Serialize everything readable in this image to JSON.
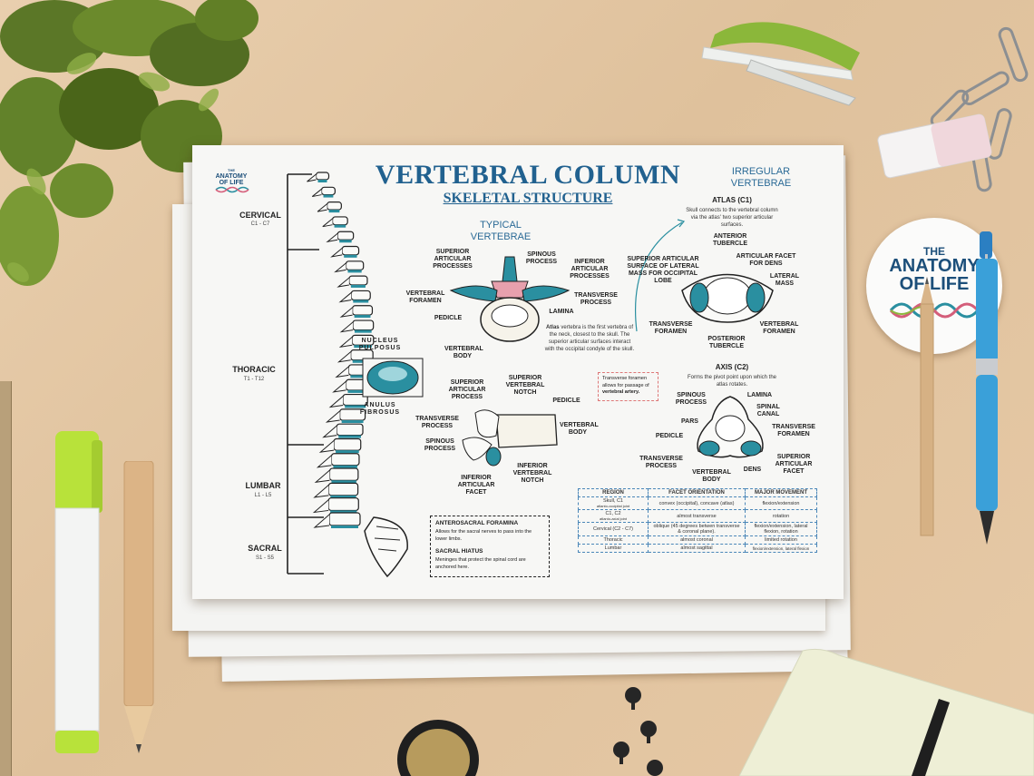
{
  "poster": {
    "logo_small": "THE ANATOMY OF LIFE",
    "title": "VERTEBRAL COLUMN",
    "subtitle": "SKELETAL STRUCTURE",
    "regions": [
      {
        "name": "CERVICAL",
        "range": "C1 - C7"
      },
      {
        "name": "THORACIC",
        "range": "T1 - T12"
      },
      {
        "name": "LUMBAR",
        "range": "L1 - L5"
      },
      {
        "name": "SACRAL",
        "range": "S1 - S5"
      }
    ],
    "disc": {
      "nucleus": "NUCLEUS PULPOSUS",
      "anulus": "ANULUS FIBROSUS"
    },
    "sacrum_box": {
      "h1": "ANTEROSACRAL FORAMINA",
      "t1": "Allows for the sacral nerves to pass into the lower limbs.",
      "h2": "SACRAL HIATUS",
      "t2": "Meninges that protect the spinal cord are anchored here."
    },
    "typical": {
      "heading": "TYPICAL VERTEBRAE",
      "top_labels": {
        "superior_articular": "SUPERIOR ARTICULAR PROCESSES",
        "spinous": "SPINOUS PROCESS",
        "inferior_articular": "INFERIOR ARTICULAR PROCESSES",
        "vertebral_foramen": "VERTEBRAL FORAMEN",
        "transverse": "TRANSVERSE PROCESS",
        "pedicle": "PEDICLE",
        "lamina": "LAMINA",
        "body": "VERTEBRAL BODY"
      },
      "side_labels": {
        "superior_articular": "SUPERIOR ARTICULAR PROCESS",
        "superior_notch": "SUPERIOR VERTEBRAL NOTCH",
        "pedicle": "PEDICLE",
        "transverse": "TRANSVERSE PROCESS",
        "body": "VERTEBRAL BODY",
        "spinous": "SPINOUS PROCESS",
        "inferior_articular": "INFERIOR ARTICULAR FACET",
        "inferior_notch": "INFERIOR VERTEBRAL NOTCH"
      },
      "atlas_note_bold": "Atlas",
      "atlas_note": "vertebra is the first vertebra of the neck, closest to the skull. The superior articular surfaces interact with the occipital condyle of the skull.",
      "transverse_note": "Transverse foramen allows for passage of",
      "transverse_note_bold": "vertebral artery."
    },
    "irregular": {
      "heading": "IRREGULAR VERTEBRAE",
      "atlas_title": "ATLAS (C1)",
      "atlas_desc": "Skull connects to the vertebral column via the atlas' two superior articular surfaces.",
      "atlas_labels": {
        "anterior_tubercle": "ANTERIOR TUBERCLE",
        "superior_surface": "SUPERIOR ARTICULAR SURFACE OF LATERAL MASS FOR OCCIPITAL LOBE",
        "facet_dens": "ARTICULAR FACET FOR DENS",
        "lateral_mass": "LATERAL MASS",
        "transverse_foramen": "TRANSVERSE FORAMEN",
        "posterior_tubercle": "POSTERIOR TUBERCLE",
        "vertebral_foramen": "VERTEBRAL FORAMEN"
      },
      "axis_title": "AXIS (C2)",
      "axis_desc": "Forms the pivot point upon which the atlas rotates.",
      "axis_labels": {
        "spinous": "SPINOUS PROCESS",
        "lamina": "LAMINA",
        "spinal_canal": "SPINAL CANAL",
        "pars": "PARS",
        "pedicle": "PEDICLE",
        "transverse_foramen": "TRANSVERSE FORAMEN",
        "transverse_process": "TRANSVERSE PROCESS",
        "superior_facet": "SUPERIOR ARTICULAR FACET",
        "body": "VERTEBRAL BODY",
        "dens": "DENS"
      }
    },
    "table": {
      "headers": [
        "REGION",
        "FACET ORIENTATION",
        "MAJOR MOVEMENT"
      ],
      "rows": [
        {
          "region": "Skull, C1",
          "region_sub": "atlanto-occipital joint",
          "orientation": "convex (occipital), concave (atlas)",
          "movement": "flexion/extension"
        },
        {
          "region": "C1, C2",
          "region_sub": "atlanto-axial joint",
          "orientation": "almost transverse",
          "movement": "rotation"
        },
        {
          "region": "Cervical (C2 - C7)",
          "region_sub": "",
          "orientation": "oblique (45 degrees betwen transverse & coronal plane).",
          "movement": "flexion/extension, lateral flexion, rotation"
        },
        {
          "region": "Thoracic",
          "region_sub": "",
          "orientation": "almost coronal",
          "movement": "limited rotation"
        },
        {
          "region": "Lumbar",
          "region_sub": "",
          "orientation": "almost sagittal",
          "movement": "flexion/extension, lateral flexion"
        }
      ]
    }
  },
  "sticker": {
    "line1": "THE",
    "line2": "ANATOMY",
    "line3": "OF LIFE"
  },
  "colors": {
    "accent_blue": "#21618f",
    "teal": "#2a8fa0",
    "pink": "#e7a0ad",
    "desk": "#e3c6a2",
    "green": "#8db83c"
  }
}
